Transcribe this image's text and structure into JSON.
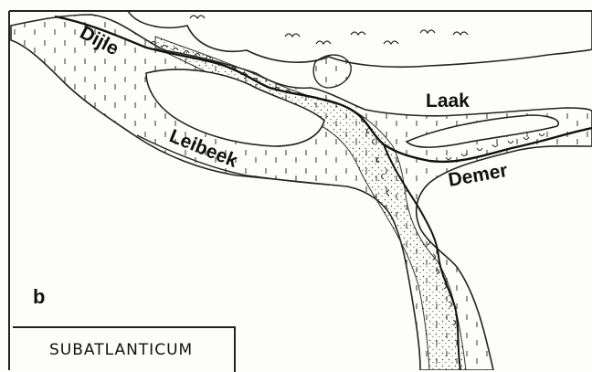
{
  "map": {
    "panel_letter": "b",
    "period": "SUBATLANTICUM",
    "rivers": {
      "dijle": "Dijle",
      "leibeek": "Leibeek",
      "laak": "Laak",
      "demer": "Demer"
    },
    "symbols": {
      "marsh": "marsh-symbol",
      "swamp": "swamp-tick-symbol",
      "scarp": "scarp-hachure-symbol",
      "sand": "sand-stipple-symbol"
    },
    "colors": {
      "ink": "#111111",
      "paper": "#fdfdfb"
    }
  }
}
